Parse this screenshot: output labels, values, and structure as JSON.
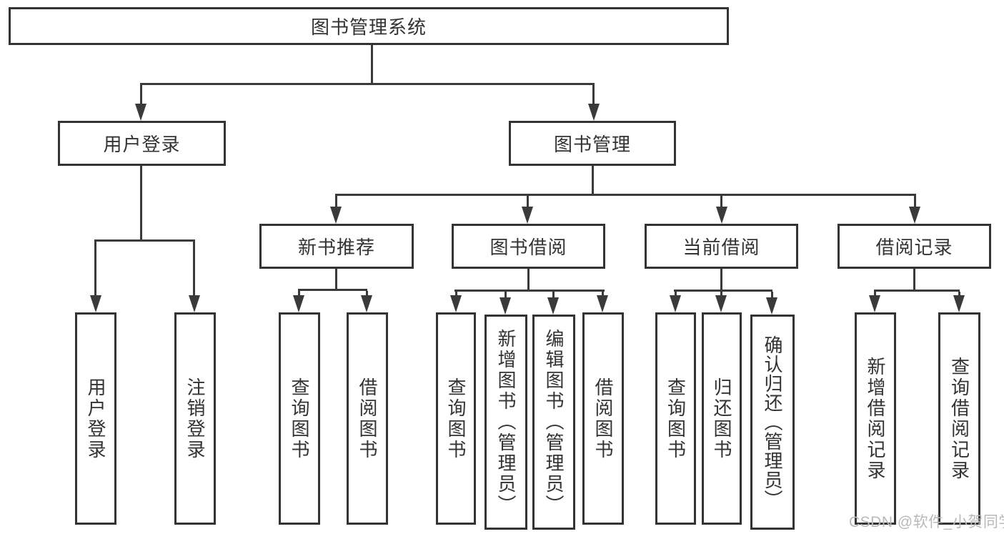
{
  "tree": {
    "root": "图书管理系统",
    "branches": [
      {
        "label": "用户登录",
        "children": [
          "用户登录",
          "注销登录"
        ]
      },
      {
        "label": "图书管理",
        "modules": [
          {
            "label": "新书推荐",
            "children": [
              "查询图书",
              "借阅图书"
            ]
          },
          {
            "label": "图书借阅",
            "children": [
              "查询图书",
              "新增图书（管理员）",
              "编辑图书（管理员）",
              "借阅图书"
            ]
          },
          {
            "label": "当前借阅",
            "children": [
              "查询图书",
              "归还图书",
              "确认归还（管理员）"
            ]
          },
          {
            "label": "借阅记录",
            "children": [
              "新增借阅记录",
              "查询借阅记录"
            ]
          }
        ]
      }
    ]
  },
  "watermark": "CSDN @软件_小贺同学",
  "colors": {
    "line": "#3a3a3a",
    "border": "#333333",
    "text": "#333333",
    "watermark": "#b9b9b9",
    "background": "#ffffff"
  }
}
